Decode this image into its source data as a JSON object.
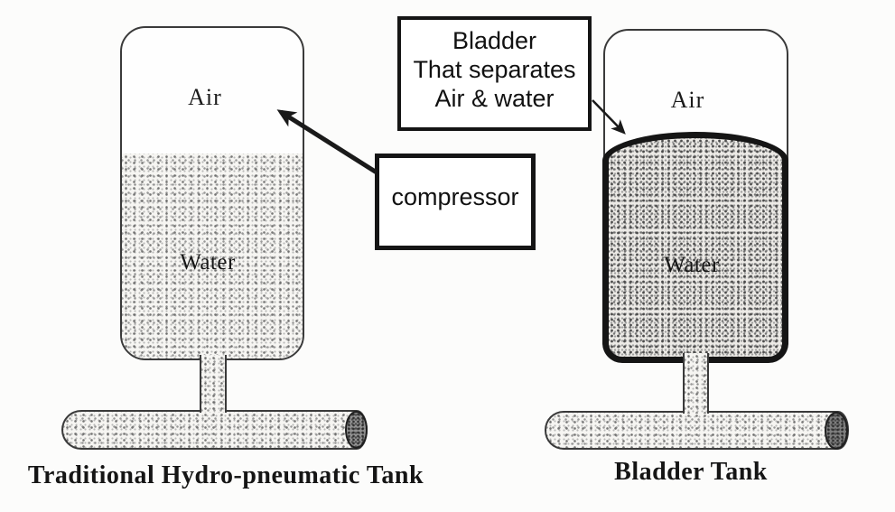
{
  "left_tank": {
    "air_label": "Air",
    "water_label": "Water",
    "caption": "Traditional Hydro-pneumatic Tank"
  },
  "right_tank": {
    "air_label": "Air",
    "water_label": "Water",
    "caption": "Bladder Tank"
  },
  "annotations": {
    "bladder_box": {
      "lines": [
        "Bladder",
        "That separates",
        "Air & water"
      ]
    },
    "compressor_box": {
      "label": "compressor"
    }
  },
  "colors": {
    "background": "#fcfcfb",
    "line": "#3a3a3a",
    "heavy_line": "#151515",
    "water_light_bg": "#f6f5f2",
    "water_dense_bg": "#eceae6",
    "cap_fill": "#929292",
    "arrow": "#1a1a1a"
  }
}
